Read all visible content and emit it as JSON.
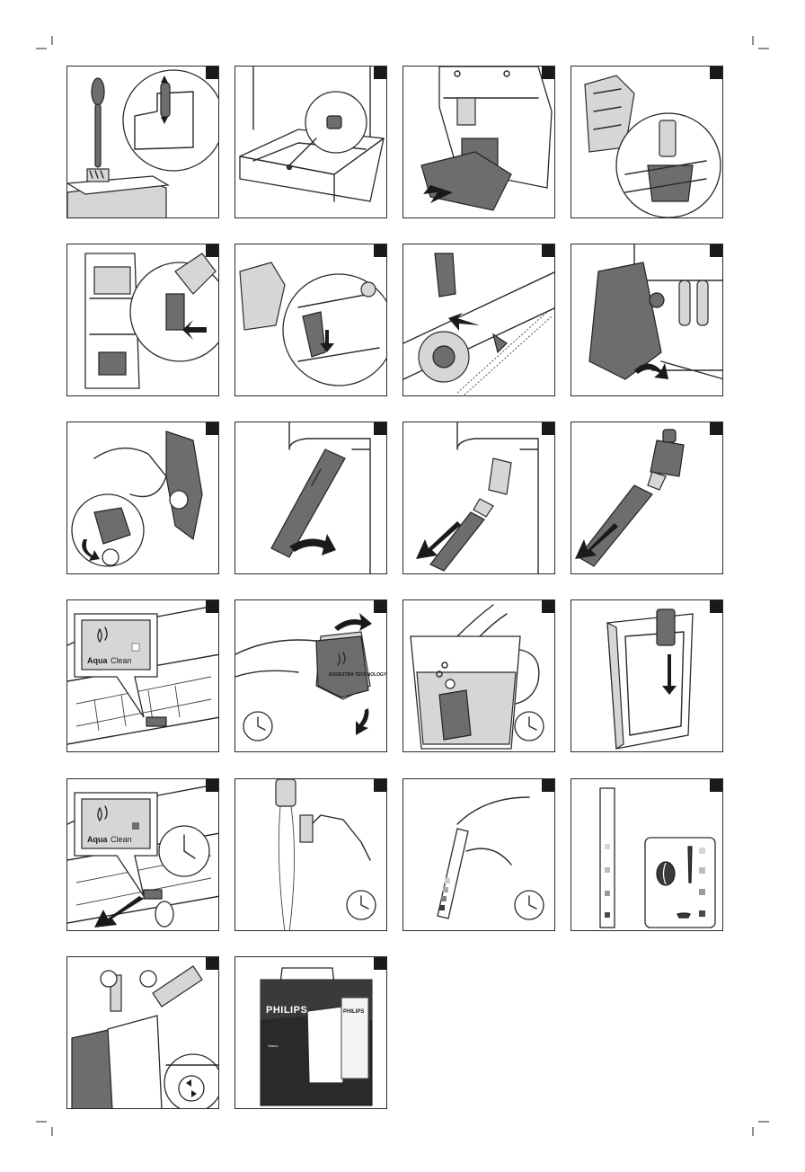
{
  "document": {
    "type": "instruction-illustration-sheet",
    "panel_count": 22,
    "accent_color": "#1a1a1a",
    "fill_dark": "#3a3a3a",
    "fill_mid": "#6d6d6d",
    "fill_light": "#d6d6d6"
  },
  "labels": {
    "aqua_bold": "Aqua",
    "aqua_regular": "Clean",
    "filter_print": "SODEXTRA TECHNOLOGY",
    "brand": "PHILIPS",
    "brand_side": "PHILIPS",
    "sub_brand": "Saeco"
  },
  "icons": {
    "timer": "timer-dial-icon",
    "recycle": "filter-recycle-icon",
    "bean": "coffee-bean-icon",
    "water_drop": "water-drop-icon"
  }
}
